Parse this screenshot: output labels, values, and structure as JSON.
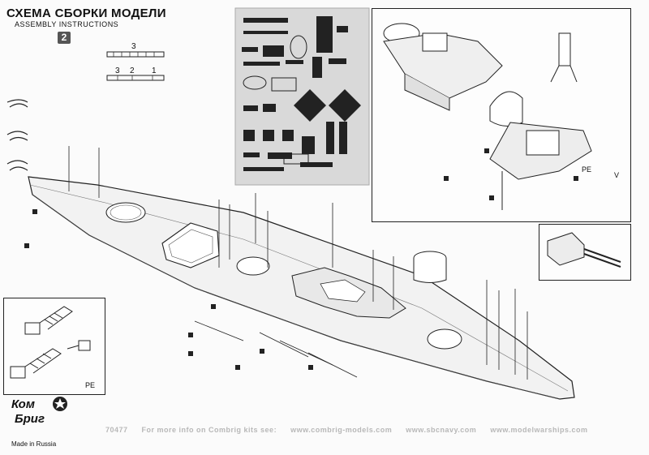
{
  "header": {
    "title": "СХЕМА СБОРКИ МОДЕЛИ",
    "subtitle": "ASSEMBLY INSTRUCTIONS",
    "step_number": "2"
  },
  "strip_labels": {
    "single": "3",
    "multi": [
      "3",
      "2",
      "1"
    ]
  },
  "pe_box_label": "PE",
  "detail_labels": {
    "pe_small": "PE",
    "v_mark": "V"
  },
  "logo": {
    "line1": "Ком",
    "line2": "Бриг",
    "made_in": "Made in Russia"
  },
  "footer": {
    "code": "70477",
    "info": "For more info on Combrig kits see:",
    "site1": "www.combrig-models.com",
    "site2": "www.sbcnavy.com",
    "site3": "www.modelwarships.com"
  }
}
